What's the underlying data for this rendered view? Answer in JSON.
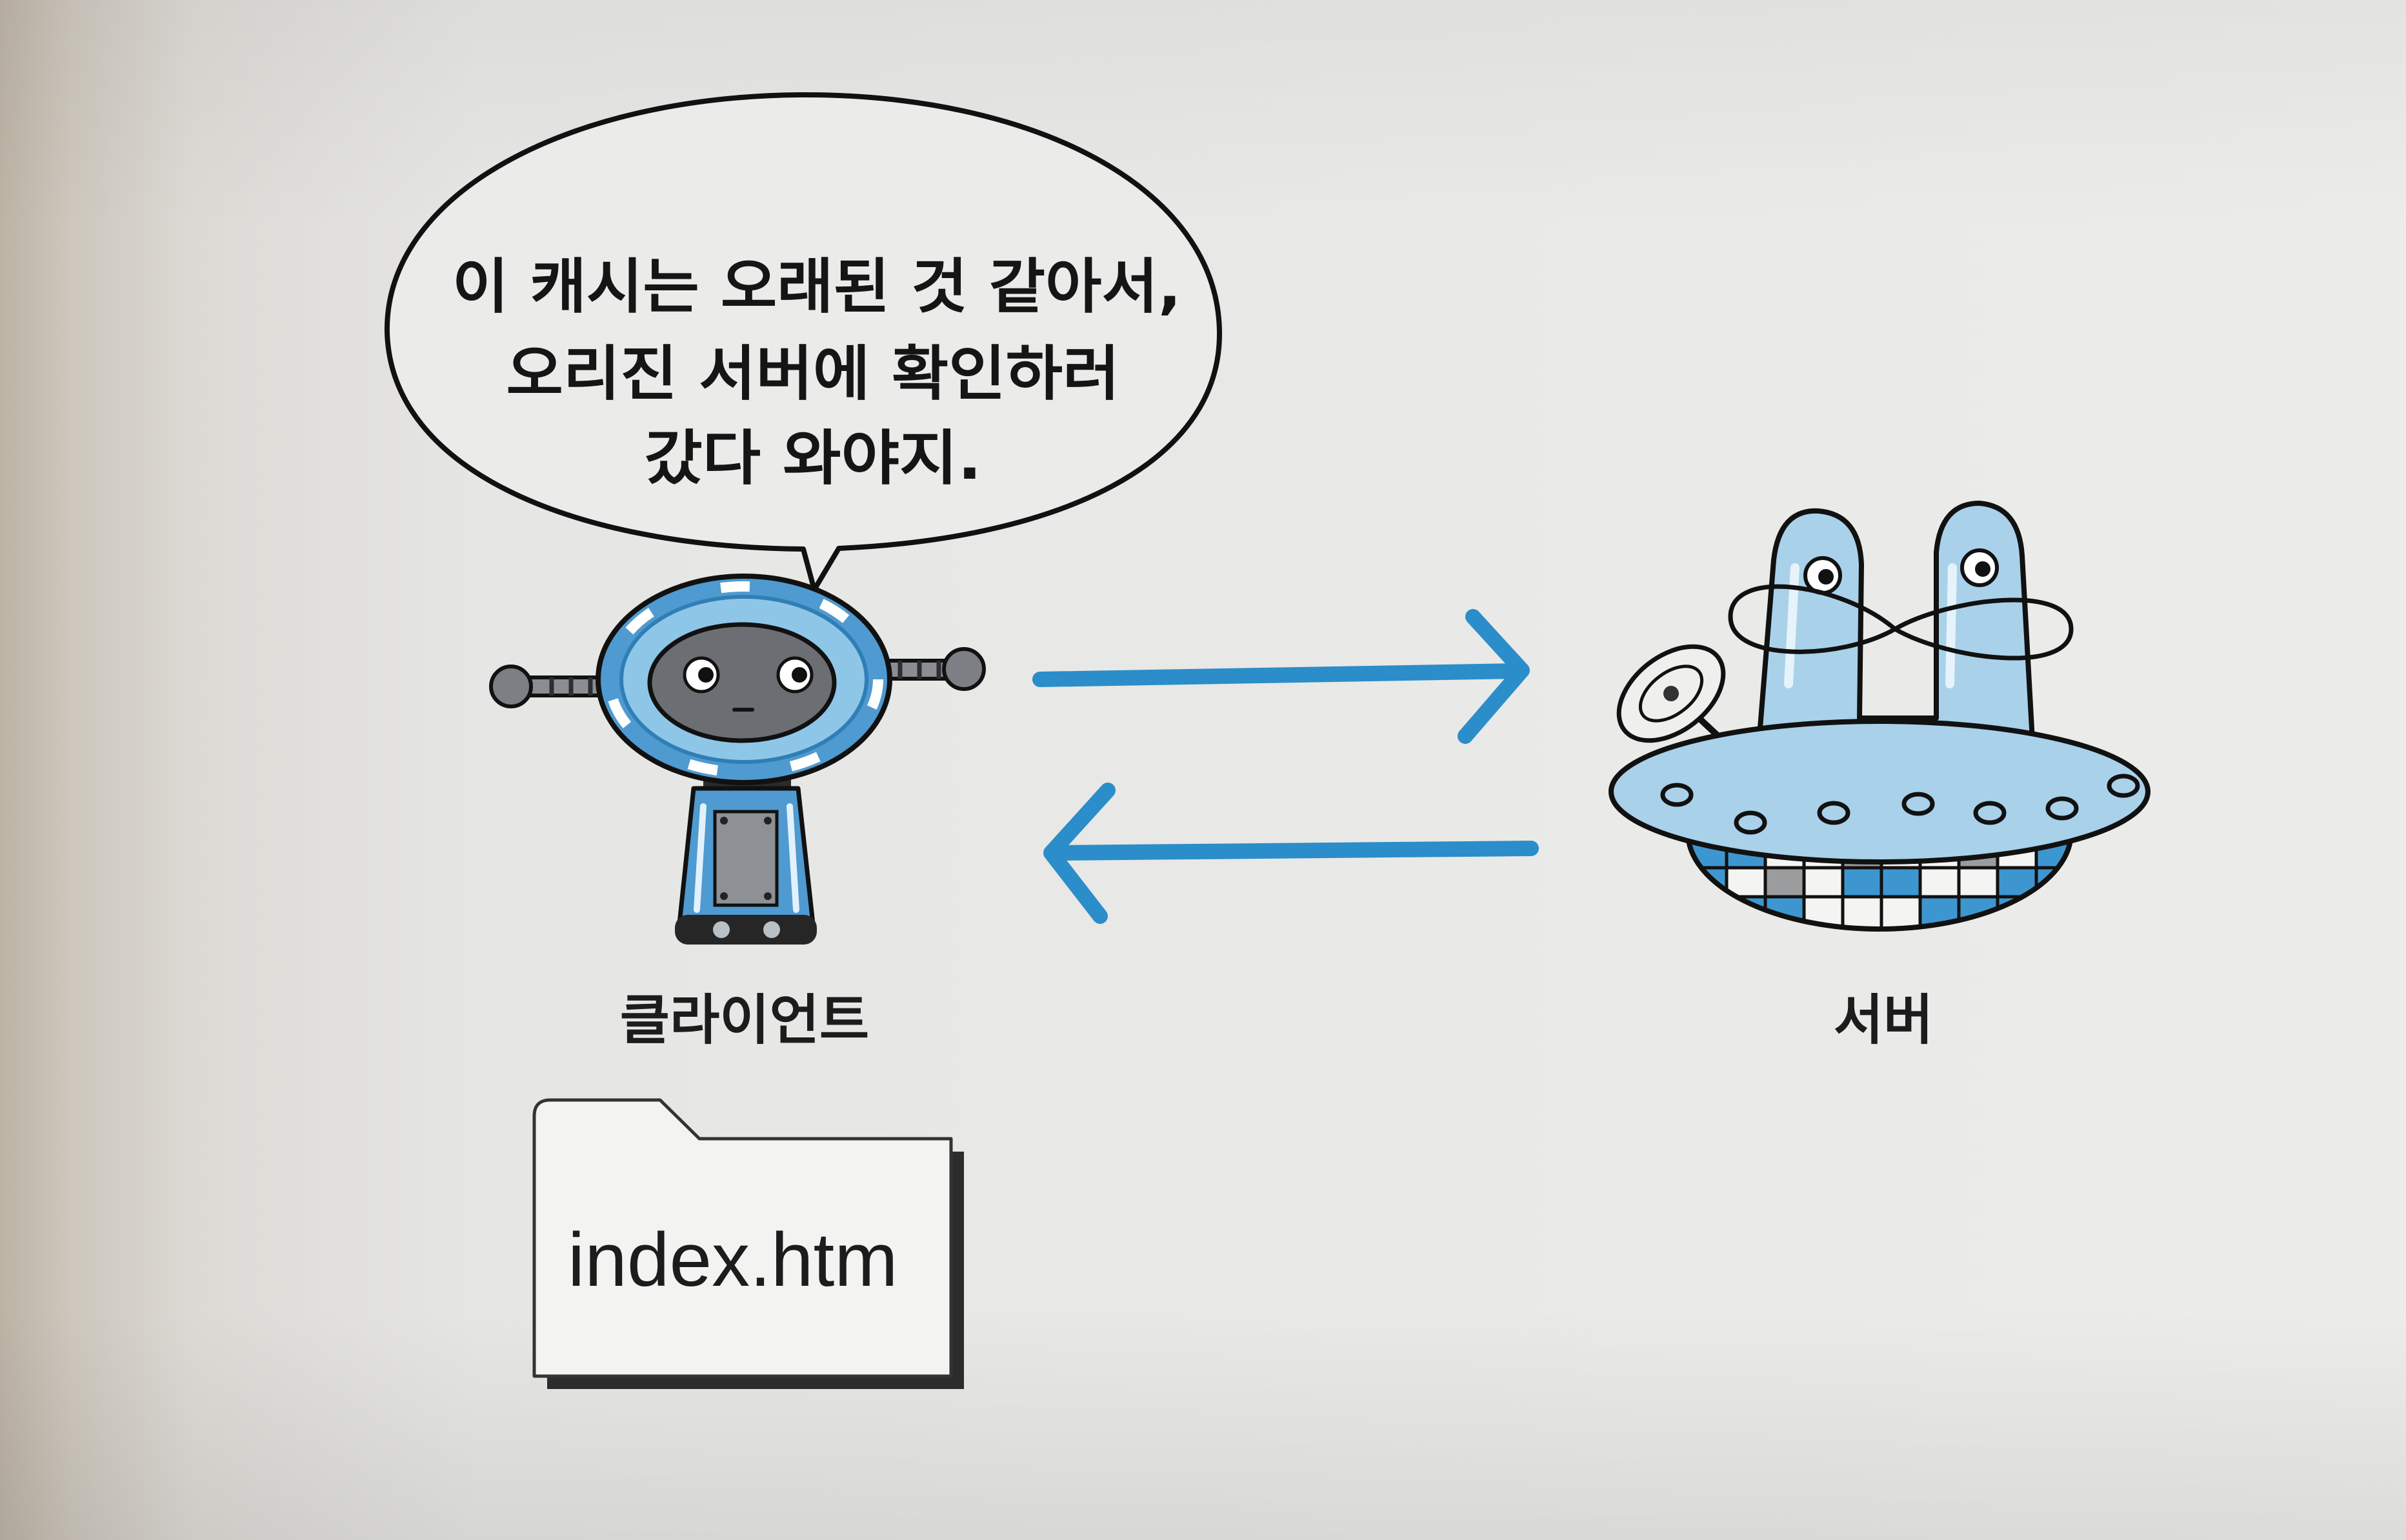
{
  "speech_bubble": {
    "lines": [
      "이 캐시는 오래된 것 같아서,",
      "오리진 서버에 확인하러",
      "갔다 와야지."
    ]
  },
  "client": {
    "label": "클라이언트",
    "icon": "robot-icon"
  },
  "server": {
    "label": "서버",
    "icon": "ufo-icon"
  },
  "file": {
    "name": "index.htm",
    "icon": "folder-icon"
  },
  "arrows": {
    "top_icon": "arrow-right-icon",
    "bottom_icon": "arrow-left-icon"
  },
  "colors": {
    "arrow": "#2b8dc9",
    "robot_blue": "#4f9ad0",
    "robot_light_blue": "#8ec6e8",
    "server_blue": "#a9d1ea",
    "page": "#ebebe9"
  }
}
